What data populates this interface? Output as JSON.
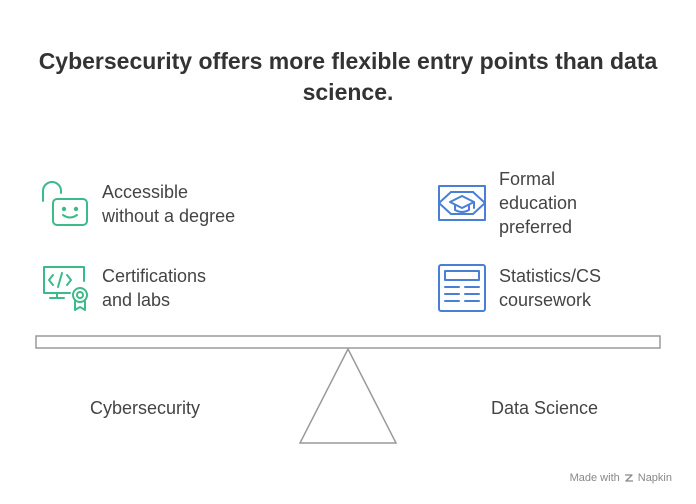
{
  "title": "Cybersecurity offers more flexible entry points than data science.",
  "left": {
    "label": "Cybersecurity",
    "color": "#3dba8a",
    "items": [
      {
        "icon": "smiling-padlock-icon",
        "label": "Accessible\nwithout a degree"
      },
      {
        "icon": "code-certificate-icon",
        "label": "Certifications\nand labs"
      }
    ]
  },
  "right": {
    "label": "Data Science",
    "color": "#4a7fd6",
    "items": [
      {
        "icon": "graduation-cap-icon",
        "label": "Formal\neducation\npreferred"
      },
      {
        "icon": "document-lines-icon",
        "label": "Statistics/CS\ncoursework"
      }
    ]
  },
  "footer": {
    "made_with": "Made with",
    "brand": "Napkin"
  }
}
